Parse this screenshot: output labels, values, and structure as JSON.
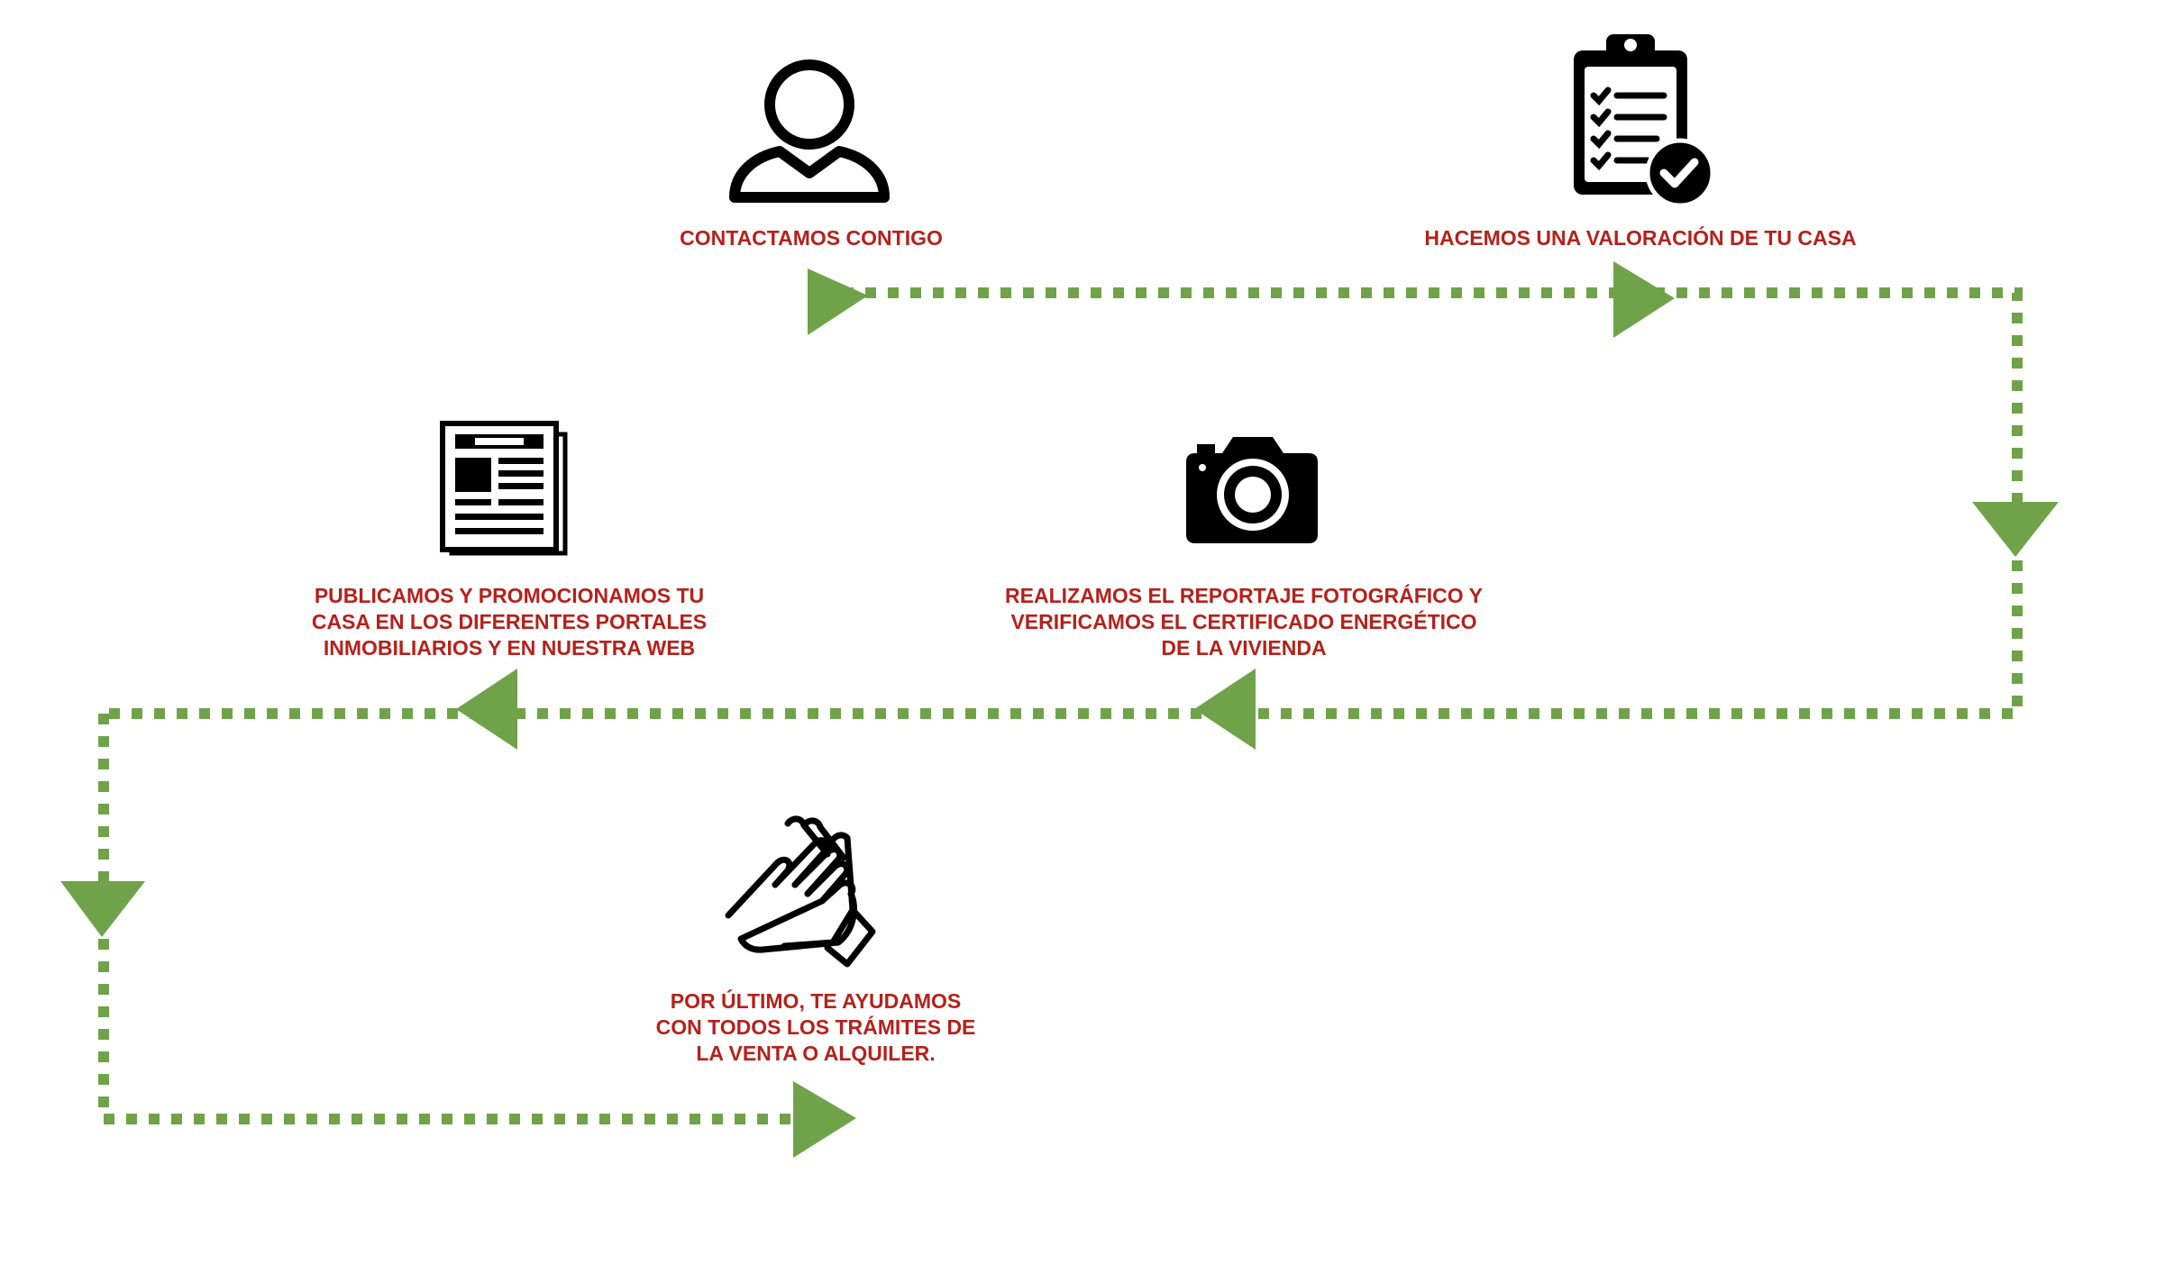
{
  "colors": {
    "accent_text": "#b5211b",
    "connector": "#70a24a",
    "icon": "#000000",
    "background": "#ffffff"
  },
  "steps": [
    {
      "text": "CONTACTAMOS CONTIGO",
      "icon": "person-icon"
    },
    {
      "text": "HACEMOS UNA VALORACIÓN DE TU CASA",
      "icon": "clipboard-check-icon"
    },
    {
      "text": "REALIZAMOS EL REPORTAJE FOTOGRÁFICO Y\nVERIFICAMOS EL CERTIFICADO ENERGÉTICO\nDE LA VIVIENDA",
      "icon": "camera-icon"
    },
    {
      "text": "PUBLICAMOS Y PROMOCIONAMOS TU\nCASA EN LOS DIFERENTES PORTALES\nINMOBILIARIOS Y EN NUESTRA WEB",
      "icon": "newspaper-icon"
    },
    {
      "text": "POR ÚLTIMO, TE AYUDAMOS\nCON TODOS LOS TRÁMITES DE\nLA VENTA O ALQUILER.",
      "icon": "clapping-hands-icon"
    }
  ]
}
